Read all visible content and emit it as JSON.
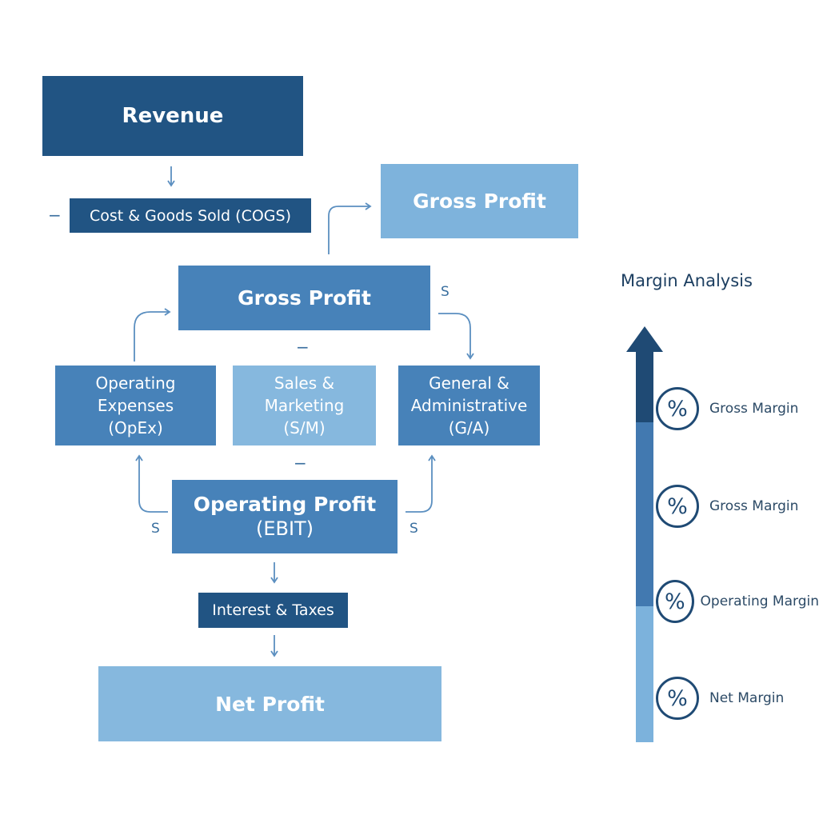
{
  "boxes": {
    "revenue": "Revenue",
    "cogs": "Cost & Goods Sold (COGS)",
    "gross_profit_top": "Gross Profit",
    "gross_profit_mid": "Gross Profit",
    "opex": [
      "Operating",
      "Expenses",
      "(OpEx)"
    ],
    "sales_marketing": [
      "Sales &",
      "Marketing",
      "(S/M)"
    ],
    "general_admin": [
      "General &",
      "Administrative",
      "(G/A)"
    ],
    "ebit": [
      "Operating Profit",
      "(EBIT)"
    ],
    "interest_taxes": "Interest & Taxes",
    "net_profit": "Net Profit"
  },
  "symbols": {
    "minus": "−",
    "s": "S"
  },
  "margin_analysis": {
    "title": "Margin Analysis",
    "percent_symbol": "%",
    "items": [
      "Gross Margin",
      "Gross Margin",
      "Operating Margin",
      "Net Margin"
    ]
  },
  "colors": {
    "dark_blue": "#215483",
    "mid_blue": "#4782b9",
    "light_blue": "#7eb3dc",
    "arrow": "#5b8fc0"
  }
}
